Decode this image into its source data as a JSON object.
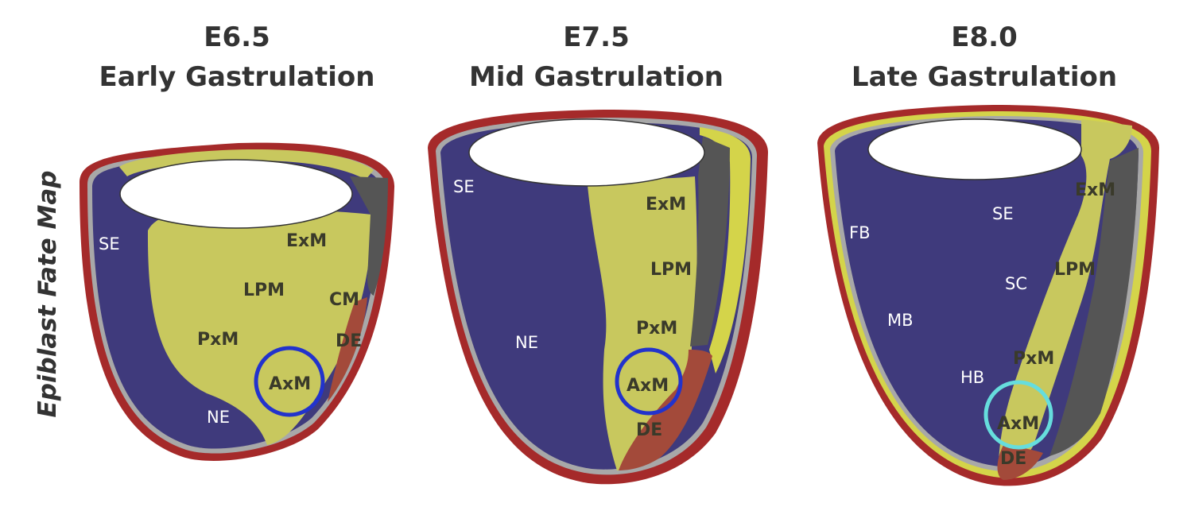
{
  "colors": {
    "outer_layer": "#a52a2a",
    "neural_ectoderm": "#3f3a7c",
    "mesoderm": "#c8c85e",
    "bright_mesoderm": "#d4d44a",
    "gray_region": "#555555",
    "endoderm": "#a34a3a",
    "circle_e65": "#2233cc",
    "circle_e75": "#2233cc",
    "circle_e80": "#66dddd"
  },
  "side_label": "Epiblast Fate Map",
  "panels": [
    {
      "stage": "E6.5",
      "title": "Early Gastrulation",
      "labels": {
        "se": "SE",
        "exm": "ExM",
        "lpm": "LPM",
        "cm": "CM",
        "pxm": "PxM",
        "de": "DE",
        "axm": "AxM",
        "ne": "NE"
      }
    },
    {
      "stage": "E7.5",
      "title": "Mid Gastrulation",
      "labels": {
        "se": "SE",
        "exm": "ExM",
        "lpm": "LPM",
        "ne": "NE",
        "pxm": "PxM",
        "axm": "AxM",
        "de": "DE"
      }
    },
    {
      "stage": "E8.0",
      "title": "Late Gastrulation",
      "labels": {
        "exm": "ExM",
        "se": "SE",
        "fb": "FB",
        "lpm": "LPM",
        "sc": "SC",
        "mb": "MB",
        "pxm": "PxM",
        "hb": "HB",
        "axm": "AxM",
        "de": "DE"
      }
    }
  ]
}
